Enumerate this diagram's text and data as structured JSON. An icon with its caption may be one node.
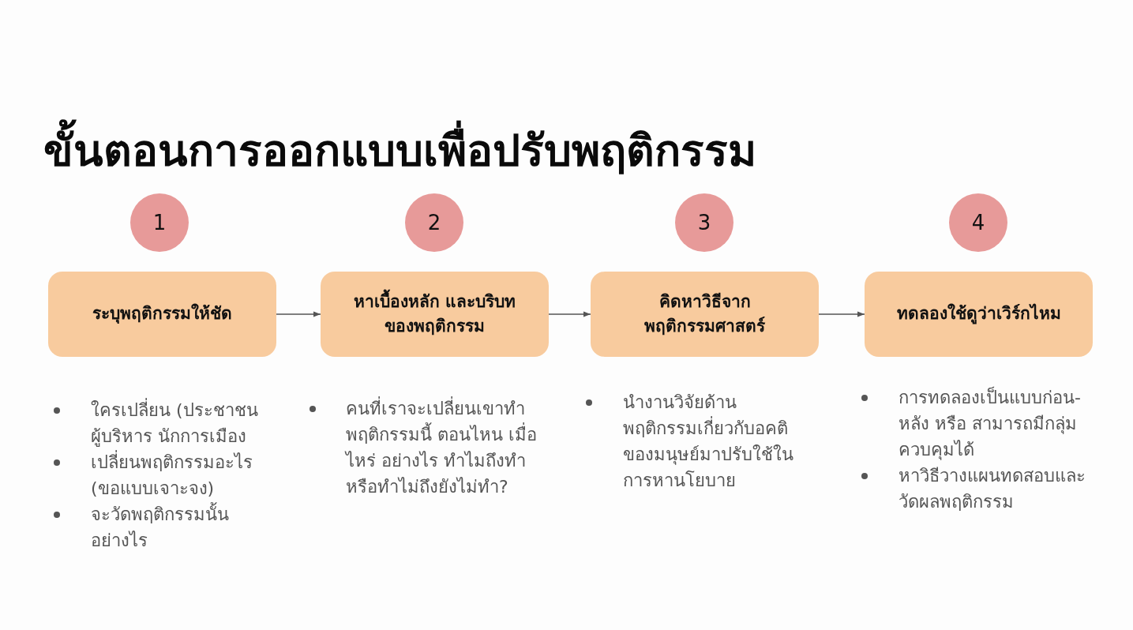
{
  "diagram": {
    "title": "ขั้นตอนการออกแบบเพื่อปรับพฤติกรรม",
    "nodes": [
      {
        "text": [
          "1"
        ]
      },
      {
        "text": [
          "2"
        ]
      },
      {
        "text": [
          "3"
        ]
      },
      {
        "text": [
          "4"
        ]
      },
      {
        "text": [
          "ระบุพฤติกรรมให้ชัด"
        ],
        "beside": [
          "ใครเปลี่ยน (ประชาชน ผู้บริหาร นักการเมือง",
          "เปลี่ยนพฤติกรรมอะไร (ขอแบบเจาะจง)",
          "จะวัดพฤติกรรมนั้นอย่างไร"
        ]
      },
      {
        "text": [
          "หาเบื้องหลัก และบริบทของพฤติกรรม"
        ],
        "beside": [
          "คนที่เราจะเปลี่ยนเขาทำพฤติกรรมนี้ ตอนไหน เมื่อไหร่ อย่างไร ทำไมถึงทำ หรือทำไม่ถึงยังไม่ทำ?"
        ]
      },
      {
        "text": [
          "คิดหาวิธีจากพฤติกรรมศาสตร์"
        ],
        "beside": [
          "นำงานวิจัยด้านพฤติกรรมเกี่ยวกับอคติของมนุษย์มาปรับใช้ในการหานโยบาย"
        ]
      },
      {
        "text": [
          "ทดลองใช้ดูว่าเวิร์กไหม"
        ],
        "beside": [
          "การทดลองเป็นแบบก่อน-หลัง หรือ สามารถมีกลุ่มควบคุมได้",
          "หาวิธีวางแผนทดสอบและวัดผลพฤติกรรม"
        ]
      }
    ],
    "edges": [
      {
        "from": 4,
        "to": 5,
        "arrow": "to"
      },
      {
        "from": 5,
        "to": 6,
        "arrow": "to"
      },
      {
        "from": 6,
        "to": 7,
        "arrow": "to"
      }
    ]
  }
}
